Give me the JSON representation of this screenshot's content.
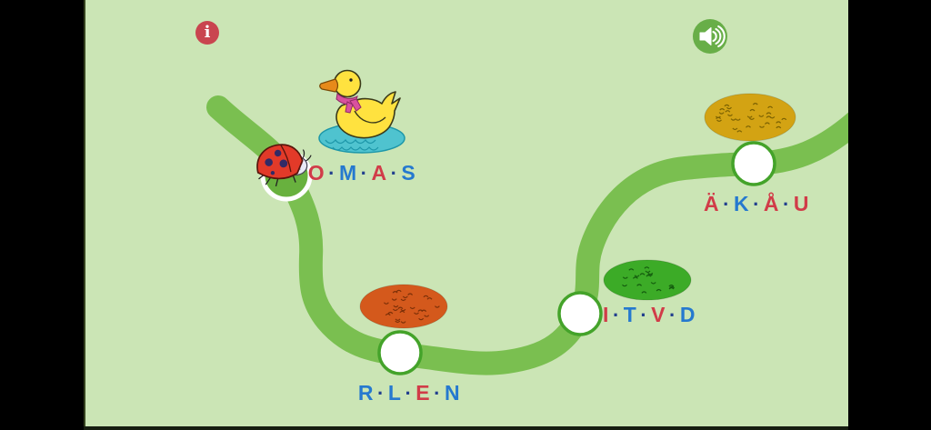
{
  "frame": {
    "bar_color": "#000000"
  },
  "board": {
    "background": "#cbe5b5",
    "path_color": "#7abf50",
    "waypoint_fill": "#ffffff",
    "waypoint_border": "#44a32a",
    "current_waypoint_fill": "#68b13e",
    "current_waypoint_border": "#ffffff"
  },
  "header": {
    "info_button": {
      "glyph": "i",
      "color": "#c9454f"
    },
    "sound_button": {
      "color": "#68ae48"
    }
  },
  "letters": {
    "red": "#d13c48",
    "blue": "#2579cf",
    "dot_color": "#223f8e",
    "separator": "·"
  },
  "stations": [
    {
      "id": "omas",
      "letters": [
        {
          "char": "O",
          "color": "red"
        },
        {
          "char": "M",
          "color": "blue"
        },
        {
          "char": "A",
          "color": "red"
        },
        {
          "char": "S",
          "color": "blue"
        }
      ]
    },
    {
      "id": "rlen",
      "letters": [
        {
          "char": "R",
          "color": "blue"
        },
        {
          "char": "L",
          "color": "blue"
        },
        {
          "char": "E",
          "color": "red"
        },
        {
          "char": "N",
          "color": "blue"
        }
      ]
    },
    {
      "id": "itvd",
      "letters": [
        {
          "char": "I",
          "color": "red"
        },
        {
          "char": "T",
          "color": "blue"
        },
        {
          "char": "V",
          "color": "red"
        },
        {
          "char": "D",
          "color": "blue"
        }
      ]
    },
    {
      "id": "akau",
      "letters": [
        {
          "char": "Ä",
          "color": "red"
        },
        {
          "char": "K",
          "color": "blue"
        },
        {
          "char": "Å",
          "color": "red"
        },
        {
          "char": "U",
          "color": "red"
        }
      ]
    }
  ],
  "patches": [
    {
      "name": "orange-patch",
      "fill": "#d4591c",
      "speckle": "#7c3008"
    },
    {
      "name": "green-patch",
      "fill": "#3cab27",
      "speckle": "#145c0e"
    },
    {
      "name": "yellow-patch",
      "fill": "#d3a313",
      "speckle": "#7c6202"
    }
  ],
  "characters": {
    "duck": {
      "body": "#ffe23f",
      "beak": "#e78a1a",
      "scarf": "#d9529e",
      "water": "#4fc3cf",
      "water_line": "#1d97a9"
    },
    "ladybug": {
      "body": "#e23a29",
      "spots": "#322a66",
      "face": "#e9eaf6"
    }
  }
}
